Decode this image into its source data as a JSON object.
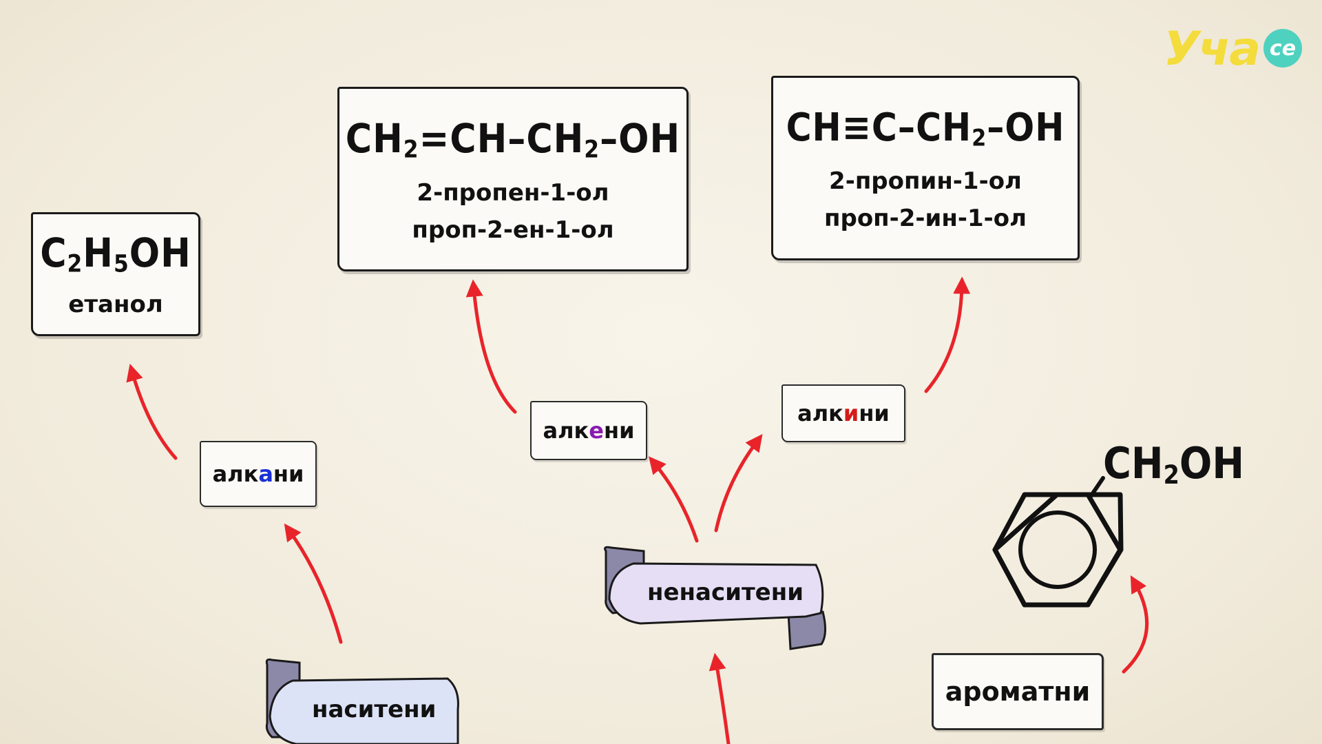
{
  "logo": {
    "text": "Уча",
    "badge": "се"
  },
  "cards": {
    "ethanol": {
      "formula_parts": [
        "C",
        "2",
        "H",
        "5",
        "OH"
      ],
      "name": "етанол"
    },
    "propenol": {
      "formula_parts": [
        "CH",
        "2",
        "=CH–CH",
        "2",
        "–OH"
      ],
      "name1": "2-пропен-1-ол",
      "name2": "проп-2-ен-1-ол"
    },
    "propynol": {
      "formula_parts": [
        "CH≡C–CH",
        "2",
        "–OH"
      ],
      "name1": "2-пропин-1-ол",
      "name2": "проп-2-ин-1-ол"
    }
  },
  "tags": {
    "alkanes": {
      "pre": "алк",
      "mid": "а",
      "post": "ни",
      "mid_color": "#1a2fd6"
    },
    "alkenes": {
      "pre": "алк",
      "mid": "е",
      "post": "ни",
      "mid_color": "#8a1bb0"
    },
    "alkynes": {
      "pre": "алк",
      "mid": "и",
      "post": "ни",
      "mid_color": "#d61a1a"
    },
    "aromatic": {
      "text": "ароматни"
    }
  },
  "banners": {
    "saturated": {
      "text": "наситени"
    },
    "unsaturated": {
      "text": "ненаситени"
    }
  },
  "benzyl": {
    "parts": [
      "CH",
      "2",
      "OH"
    ]
  },
  "colors": {
    "arrow": "#e8242a",
    "banner_fill_saturated": "#dde3f7",
    "banner_fill_unsaturated": "#e6def5",
    "banner_shadow": "#8c88a8"
  }
}
